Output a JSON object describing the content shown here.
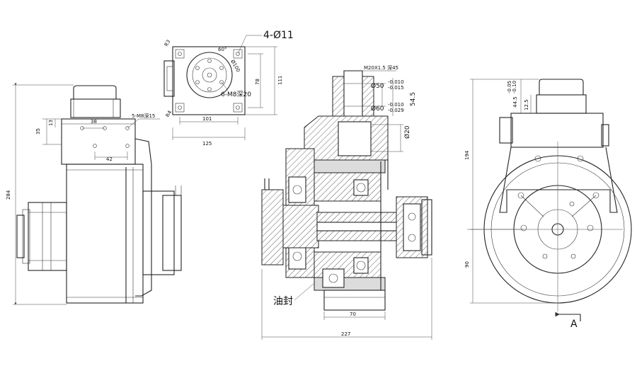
{
  "labels": {
    "front_width": "42",
    "front_height_a": "35",
    "front_height_b": "13",
    "front_hole_spacing": "38",
    "front_tap": "5-M8深15",
    "total_height": "284",
    "top_holes": "4-Ø11",
    "top_tap": "6-M8深20",
    "top_angle": "60°",
    "top_r_a": "R3",
    "top_r_b": "R4",
    "top_inner_width": "101",
    "top_outer_width": "125",
    "top_h_a": "78",
    "top_h_b": "111",
    "top_diameter": "Ø100",
    "sec_thread": "M20X1.5 深45",
    "sec_d50": "Ø50",
    "sec_d50_tol_up": "-0.010",
    "sec_d50_tol_dn": "-0.015",
    "sec_d60": "Ø60",
    "sec_d60_tol_up": "-0.010",
    "sec_d60_tol_dn": "-0.029",
    "sec_d20": "Ø20",
    "sec_len": "54.5",
    "sec_seal": "油封",
    "sec_width_70": "70",
    "sec_width_227": "227",
    "side_44": "44.5",
    "side_44_tol_up": "-0.05",
    "side_44_tol_dn": "-0.10",
    "side_12": "12.5",
    "side_194": "194",
    "side_90": "90",
    "side_section": "A"
  }
}
